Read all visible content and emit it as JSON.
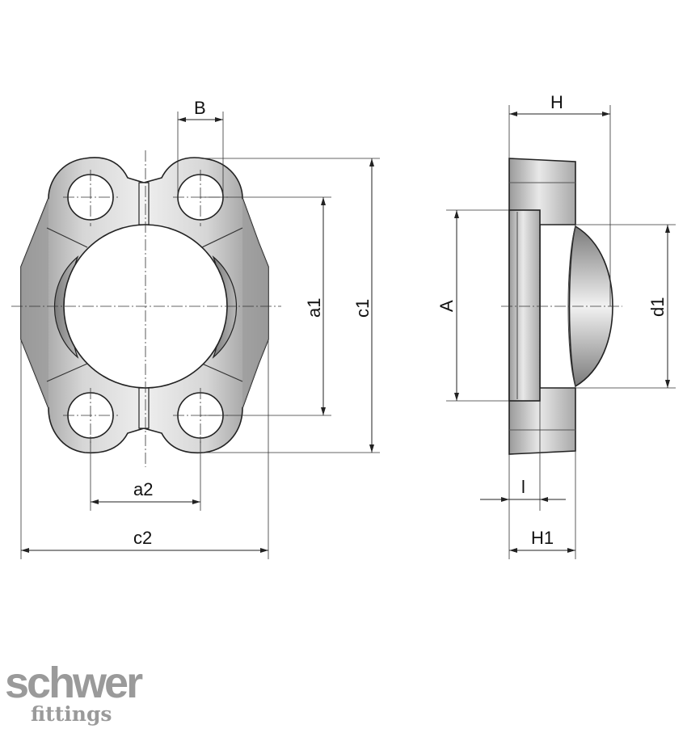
{
  "front_view": {
    "labels": {
      "B": "B",
      "a1": "a1",
      "c1": "c1",
      "a2": "a2",
      "c2": "c2"
    }
  },
  "side_view": {
    "labels": {
      "H": "H",
      "A": "A",
      "d1": "d1",
      "l": "l",
      "H1": "H1"
    }
  },
  "logo": {
    "brand": "schwer",
    "sub": "fittings"
  },
  "colors": {
    "metal_dark": "#8c8c8c",
    "metal_mid": "#c4c4c4",
    "metal_light": "#ededed",
    "logo_grey": "#9a9a9a",
    "line": "#222222"
  }
}
